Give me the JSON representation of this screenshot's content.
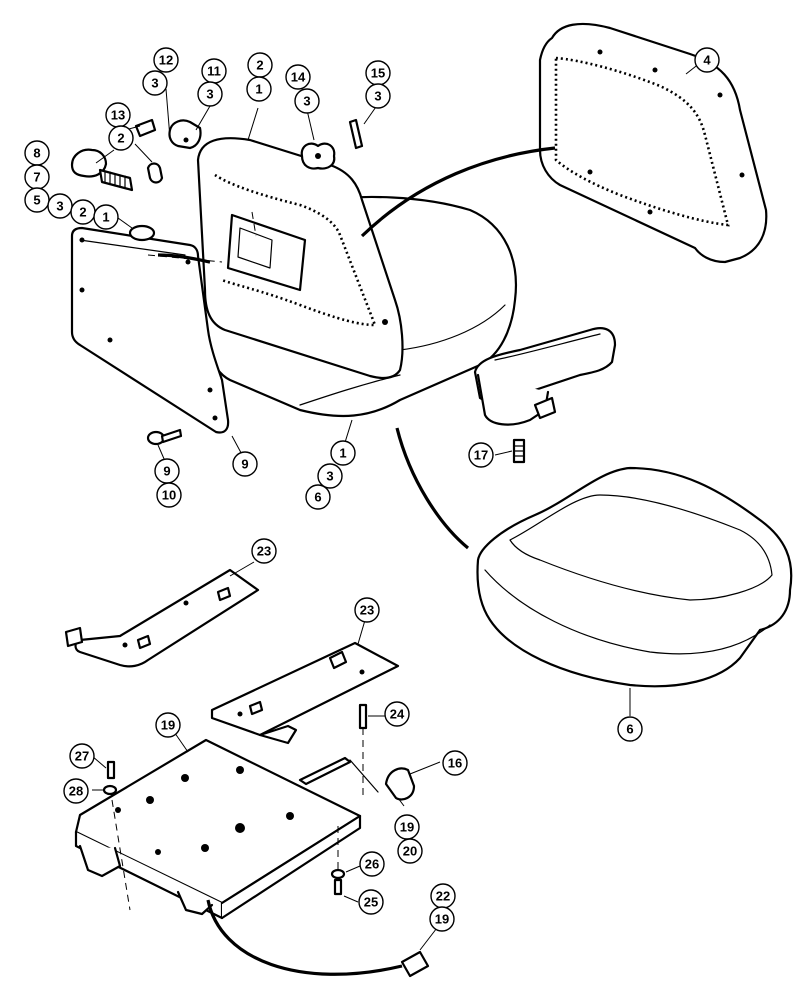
{
  "callouts": [
    {
      "id": "c-12",
      "label": "12"
    },
    {
      "id": "c-3a",
      "label": "3"
    },
    {
      "id": "c-11",
      "label": "11"
    },
    {
      "id": "c-3b",
      "label": "3"
    },
    {
      "id": "c-2a",
      "label": "2"
    },
    {
      "id": "c-1a",
      "label": "1"
    },
    {
      "id": "c-14",
      "label": "14"
    },
    {
      "id": "c-3c",
      "label": "3"
    },
    {
      "id": "c-15",
      "label": "15"
    },
    {
      "id": "c-3d",
      "label": "3"
    },
    {
      "id": "c-4",
      "label": "4"
    },
    {
      "id": "c-13",
      "label": "13"
    },
    {
      "id": "c-2b",
      "label": "2"
    },
    {
      "id": "c-8",
      "label": "8"
    },
    {
      "id": "c-7",
      "label": "7"
    },
    {
      "id": "c-5",
      "label": "5"
    },
    {
      "id": "c-3e",
      "label": "3"
    },
    {
      "id": "c-2c",
      "label": "2"
    },
    {
      "id": "c-1b",
      "label": "1"
    },
    {
      "id": "c-17",
      "label": "17"
    },
    {
      "id": "c-1c",
      "label": "1"
    },
    {
      "id": "c-3f",
      "label": "3"
    },
    {
      "id": "c-6a",
      "label": "6"
    },
    {
      "id": "c-9a",
      "label": "9"
    },
    {
      "id": "c-9b",
      "label": "9"
    },
    {
      "id": "c-10",
      "label": "10"
    },
    {
      "id": "c-23a",
      "label": "23"
    },
    {
      "id": "c-23b",
      "label": "23"
    },
    {
      "id": "c-6b",
      "label": "6"
    },
    {
      "id": "c-24",
      "label": "24"
    },
    {
      "id": "c-19a",
      "label": "19"
    },
    {
      "id": "c-27",
      "label": "27"
    },
    {
      "id": "c-28",
      "label": "28"
    },
    {
      "id": "c-16",
      "label": "16"
    },
    {
      "id": "c-19b",
      "label": "19"
    },
    {
      "id": "c-20",
      "label": "20"
    },
    {
      "id": "c-26",
      "label": "26"
    },
    {
      "id": "c-25",
      "label": "25"
    },
    {
      "id": "c-22",
      "label": "22"
    },
    {
      "id": "c-19c",
      "label": "19"
    }
  ]
}
